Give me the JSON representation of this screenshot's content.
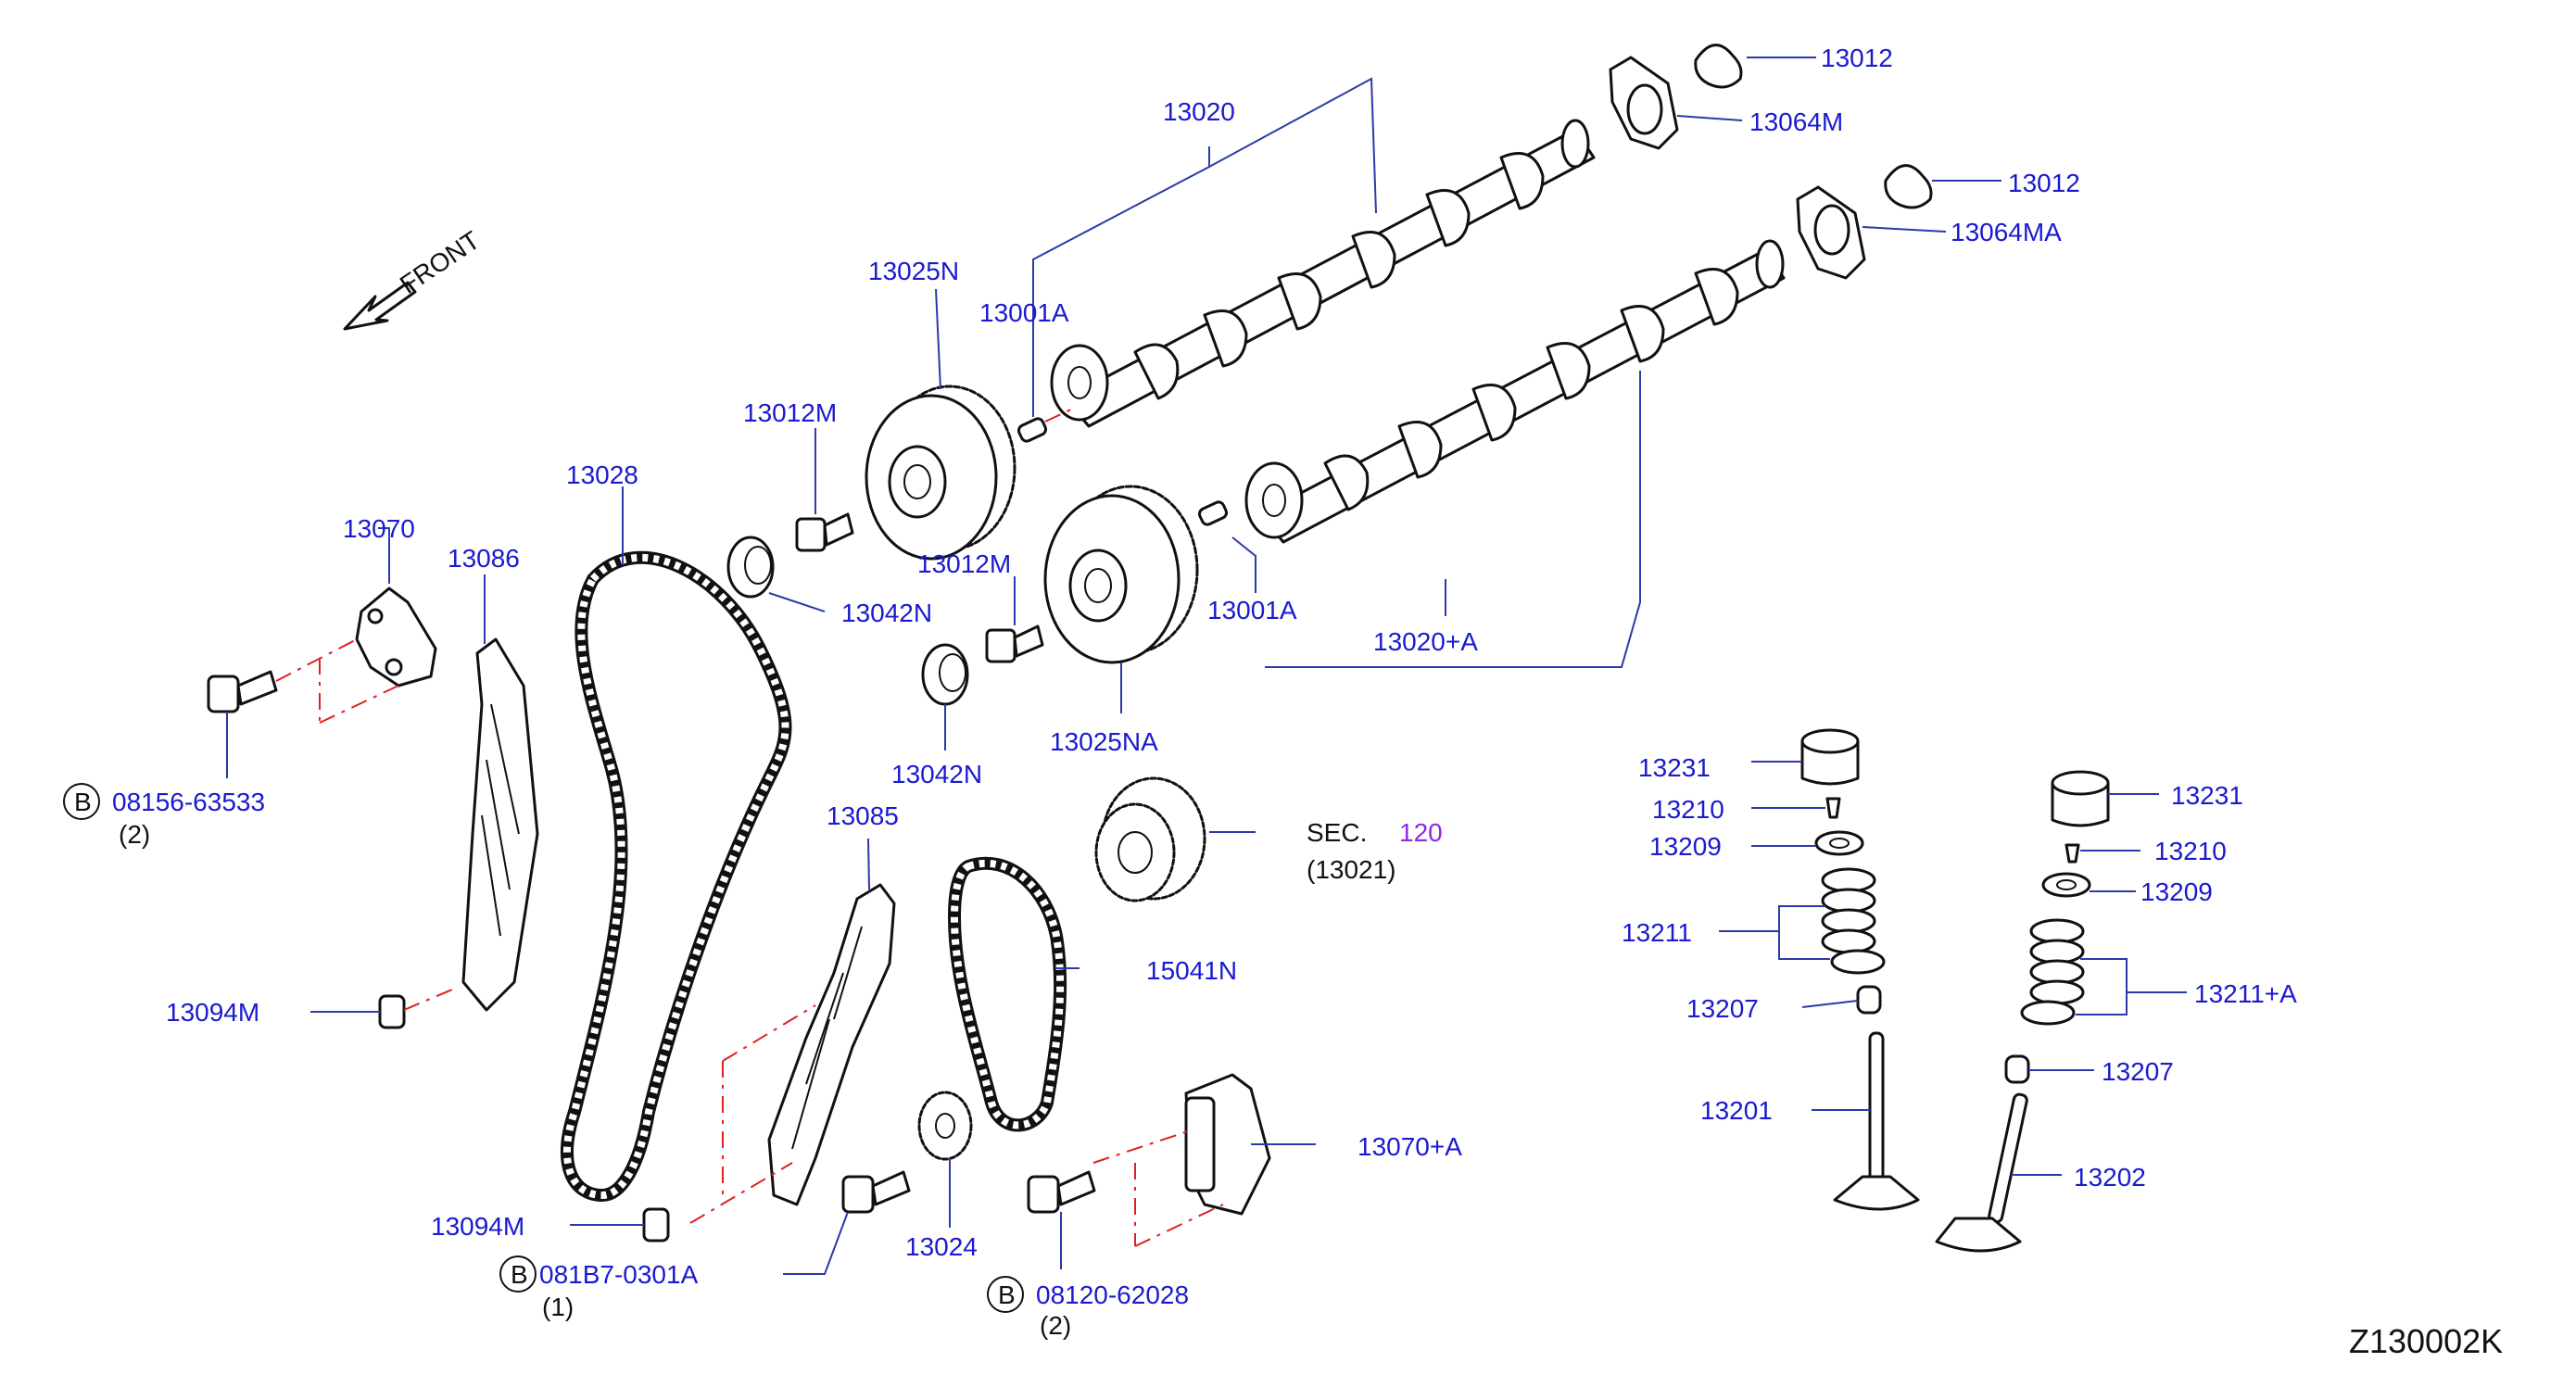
{
  "front_label": "FRONT",
  "diagram_code": "Z130002K",
  "sec": {
    "text": "SEC.",
    "number": "120",
    "sub": "(13021)"
  },
  "bolt_marker": "B",
  "parts": {
    "p13012a": "13012",
    "p13064M": "13064M",
    "p13020": "13020",
    "p13012b": "13012",
    "p13064MA": "13064MA",
    "p13025N": "13025N",
    "p13001A_a": "13001A",
    "p13012M_a": "13012M",
    "p13028": "13028",
    "p13070": "13070",
    "p13086": "13086",
    "p13042N_a": "13042N",
    "p13012M_b": "13012M",
    "p13001A_b": "13001A",
    "p13020A": "13020+A",
    "p13042N_b": "13042N",
    "p13025NA": "13025NA",
    "p08156": "08156-63533",
    "q08156": "(2)",
    "p13085": "13085",
    "p15041N": "15041N",
    "p13094M_a": "13094M",
    "p13094M_b": "13094M",
    "p081B7": "081B7-0301A",
    "q081B7": "(1)",
    "p13024": "13024",
    "p08120": "08120-62028",
    "q08120": "(2)",
    "p13070A": "13070+A",
    "p13231_a": "13231",
    "p13210_a": "13210",
    "p13209_a": "13209",
    "p13211": "13211",
    "p13207_a": "13207",
    "p13201": "13201",
    "p13231_b": "13231",
    "p13210_b": "13210",
    "p13209_b": "13209",
    "p13211A": "13211+A",
    "p13207_b": "13207",
    "p13202": "13202"
  }
}
